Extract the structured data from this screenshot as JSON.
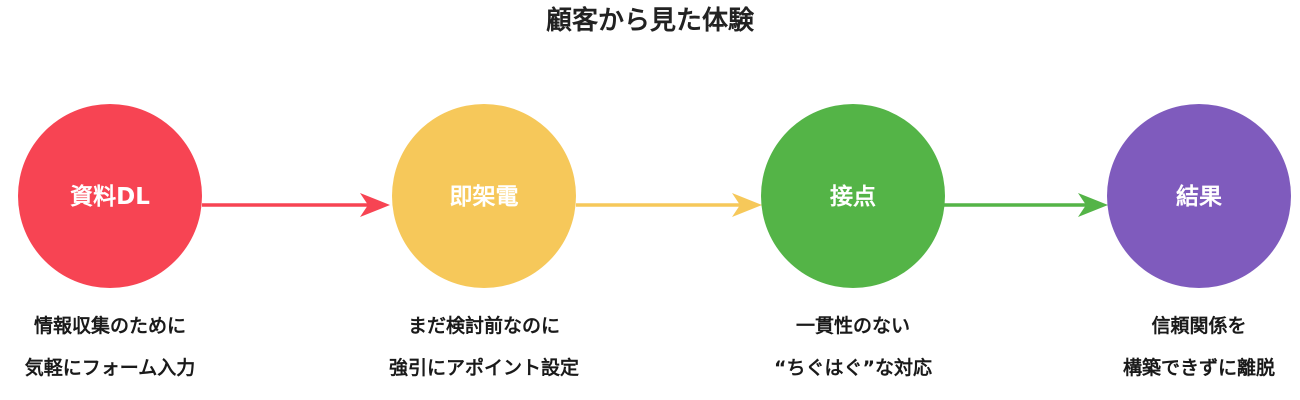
{
  "title": "顧客から見た体験",
  "steps": [
    {
      "label": "資料DL",
      "color": "#f74453",
      "caption": [
        "情報収集のために",
        "気軽にフォーム入力"
      ]
    },
    {
      "label": "即架電",
      "color": "#f6c85a",
      "caption": [
        "まだ検討前なのに",
        "強引にアポイント設定"
      ]
    },
    {
      "label": "接点",
      "color": "#54b447",
      "caption": [
        "一貫性のない",
        "“ちぐはぐ”な対応"
      ]
    },
    {
      "label": "結果",
      "color": "#7f5bbd",
      "caption": [
        "信頼関係を",
        "構築できずに離脱"
      ]
    }
  ]
}
